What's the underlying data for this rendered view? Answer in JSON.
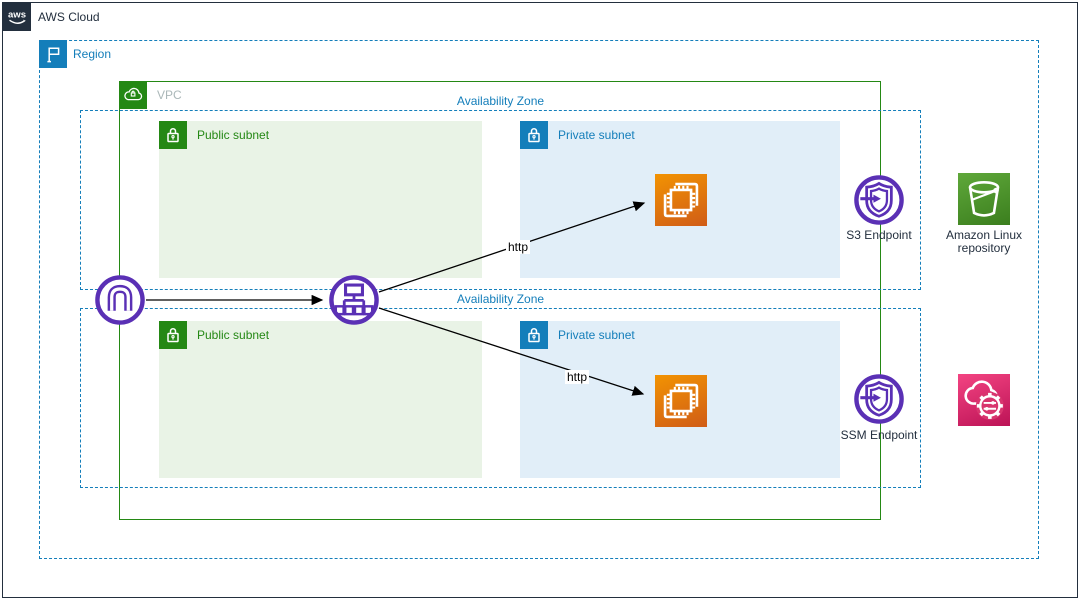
{
  "diagram": {
    "aws_cloud": {
      "label": "AWS Cloud",
      "logo_text": "aws"
    },
    "region": {
      "label": "Region"
    },
    "vpc": {
      "label": "VPC"
    },
    "availability_zones": [
      {
        "label": "Availability Zone"
      },
      {
        "label": "Availability Zone"
      }
    ],
    "subnets": [
      {
        "type": "public",
        "label": "Public subnet"
      },
      {
        "type": "private",
        "label": "Private subnet"
      },
      {
        "type": "public",
        "label": "Public subnet"
      },
      {
        "type": "private",
        "label": "Private subnet"
      }
    ],
    "nodes": {
      "internet_gateway": {
        "icon": "internet-gateway-icon"
      },
      "router": {
        "icon": "router-icon"
      },
      "ec2_instances": [
        {
          "icon": "ec2-instance-icon"
        },
        {
          "icon": "ec2-instance-icon"
        }
      ],
      "s3_endpoint": {
        "icon": "vpc-endpoint-icon",
        "label": "S3 Endpoint"
      },
      "ssm_endpoint": {
        "icon": "vpc-endpoint-icon",
        "label": "SSM Endpoint"
      },
      "amazon_linux_repository": {
        "icon": "s3-bucket-icon",
        "label": "Amazon Linux repository"
      },
      "systems_manager": {
        "icon": "systems-manager-icon"
      }
    },
    "connections": [
      {
        "from": "internet-gateway",
        "to": "router",
        "label": ""
      },
      {
        "from": "router",
        "to": "ec2-instance-az1",
        "label": "http"
      },
      {
        "from": "router",
        "to": "ec2-instance-az2",
        "label": "http"
      }
    ],
    "colors": {
      "dark": "#232F3E",
      "blue": "#147EBA",
      "green": "#248814",
      "grey": "#AAB7B8",
      "purple": "#5A30B5",
      "public_fill": "#E9F3E6",
      "private_fill": "#E1EEF8",
      "orange_a": "#F29302",
      "orange_b": "#D05C17",
      "pink_a": "#F34482",
      "pink_b": "#BC1356",
      "s3green_a": "#5FA83A",
      "s3green_b": "#3B7E1E",
      "arrow": "#000000"
    }
  }
}
